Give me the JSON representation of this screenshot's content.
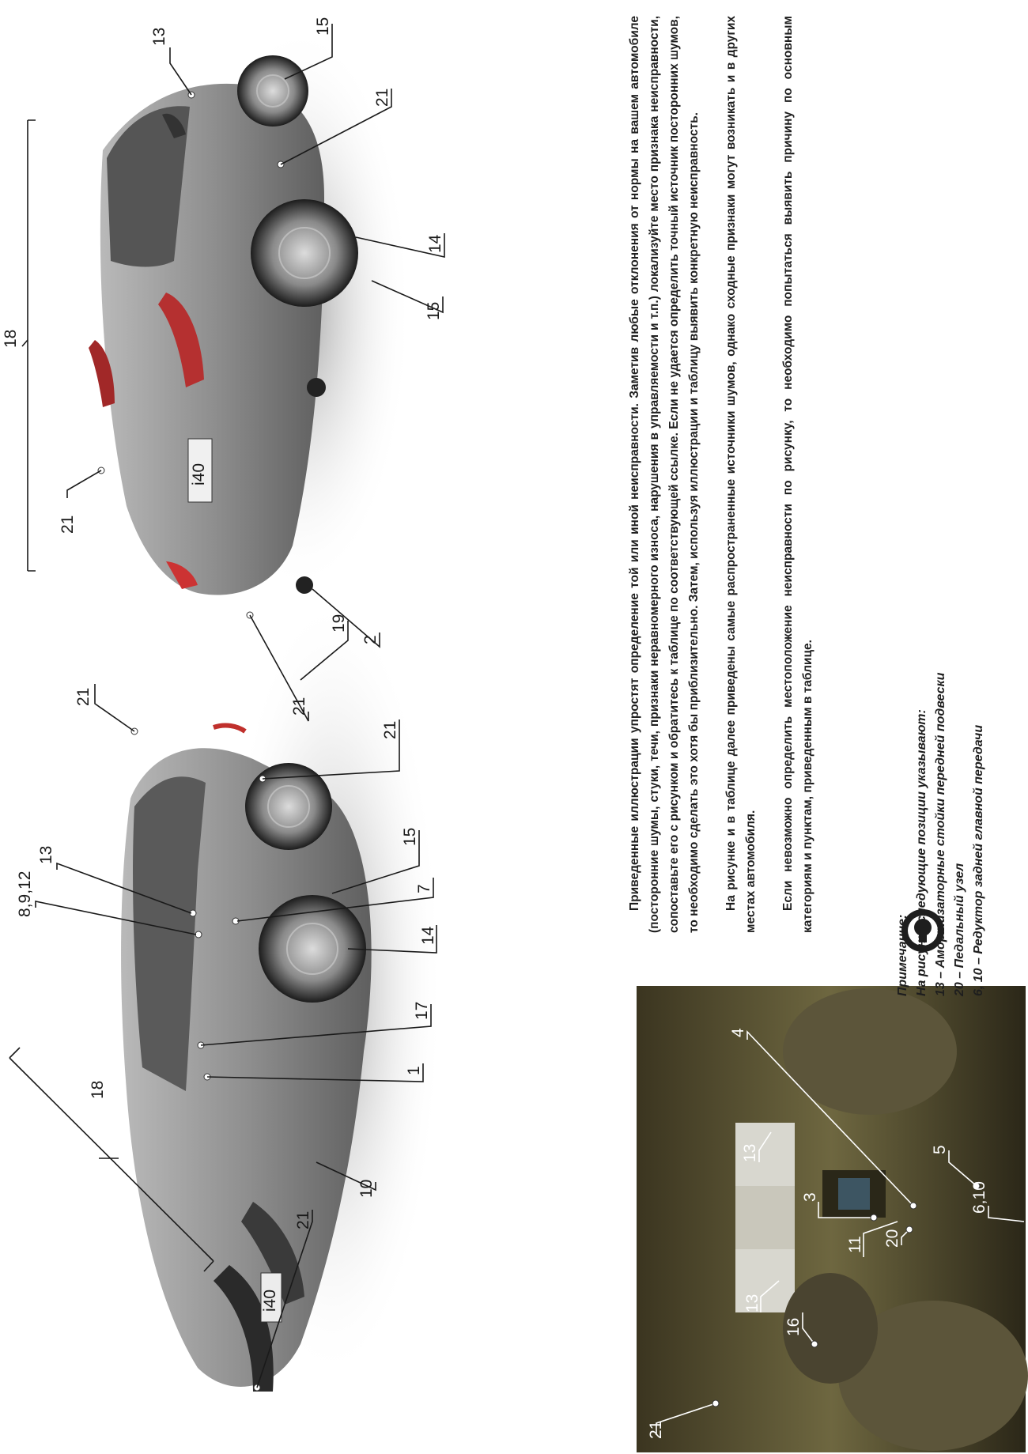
{
  "front_car": {
    "callouts": [
      "18",
      "8,9,12",
      "13",
      "21",
      "21",
      "15",
      "7",
      "14",
      "17",
      "1",
      "10",
      "21",
      "19"
    ],
    "badge": "i40"
  },
  "rear_car": {
    "callouts": [
      "13",
      "15",
      "21",
      "14",
      "15",
      "18",
      "21",
      "2",
      "21"
    ],
    "badge": "i40"
  },
  "interior": {
    "callouts": [
      "21",
      "16",
      "13",
      "11",
      "20",
      "3",
      "13",
      "4",
      "5",
      "6,10"
    ]
  },
  "text": {
    "para1": "Приведенные иллюстрации упростят определение той или иной неисправности. Заметив любые отклонения от нормы на вашем автомобиле (посторонние шумы, стуки, течи, признаки неравномерного износа, нарушения в управляемости и т.п.) локализуйте место признака неисправности, сопоставьте его с рисунком и обратитесь к таблице по соответствующей ссылке. Если не удается определить точный источник посторонних шумов, то необходимо сделать это хотя бы приблизительно. Затем, используя иллюстрации и таблицу выявить конкретную неисправность.",
    "para2": "На рисунке и в таблице далее приведены самые распространенные источники шумов, однако сходные признаки могут возникать и в других местах автомобиля.",
    "para3": "Если невозможно определить местоположение неисправности по рисунку, то необходимо попытаться выявить причину по основным категориям и пунктам, приведенным в таблице."
  },
  "note": {
    "title": "Примечание:",
    "intro": "На рисунке следующие позиции указывают:",
    "lines": [
      "13 – Амортизаторные стойки передней подвески",
      "20 – Педальный узел",
      "6, 10 – Редуктор задней главной передачи"
    ]
  }
}
